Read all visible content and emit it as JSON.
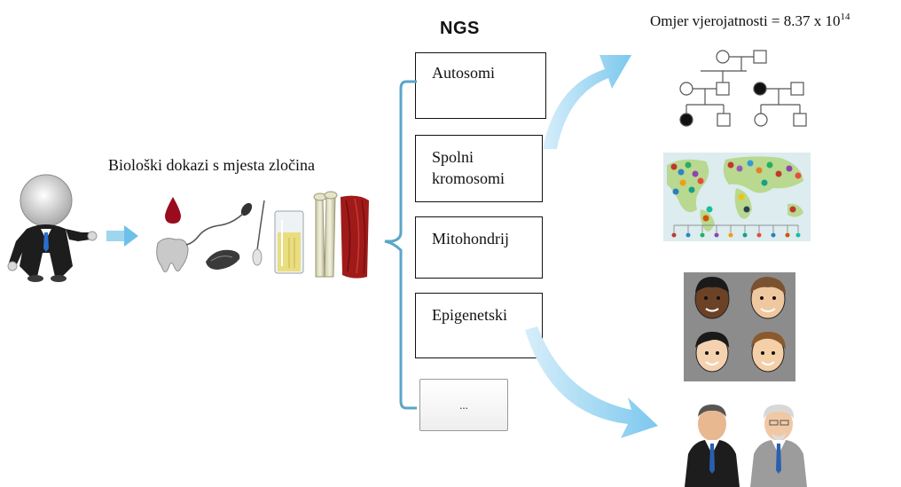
{
  "header": {
    "ngs_title": "NGS",
    "likelihood_label": "Omjer vjerojatnosti = 8.37 x 10",
    "likelihood_exponent": "14"
  },
  "evidence": {
    "caption": "Biološki dokazi s mjesta zločina"
  },
  "ngs_categories": [
    {
      "label": "Autosomi"
    },
    {
      "label": "Spolni kromosomi"
    },
    {
      "label": "Mitohondrij"
    },
    {
      "label": "Epigenetski"
    },
    {
      "label": "..."
    }
  ],
  "colors": {
    "arrow_blue": "#7cc8ee",
    "bracket_blue": "#5aa6c8",
    "suit_dark": "#1d1d1d",
    "map_sea": "#dcecef",
    "map_land": "#b9d890",
    "face_bg": "#8c8c8c"
  },
  "icons": [
    "suspect-icon",
    "blood-drop-icon",
    "tooth-icon",
    "sperm-icon",
    "skin-flake-icon",
    "hair-icon",
    "test-tube-icon",
    "bone-icon",
    "muscle-tissue-icon",
    "pedigree-chart-icon",
    "world-map-icon",
    "faces-grid-icon",
    "two-men-icon"
  ]
}
